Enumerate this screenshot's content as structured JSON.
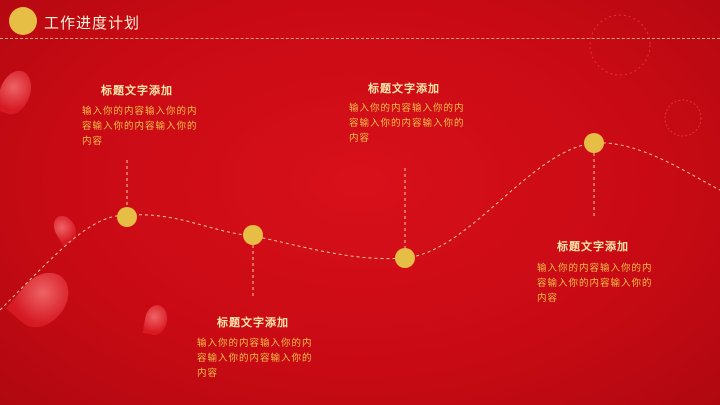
{
  "header": {
    "title": "工作进度计划"
  },
  "colors": {
    "background": "#c80a14",
    "accent": "#e6bd45",
    "title": "#fbe6a8",
    "body": "#f2c24a"
  },
  "milestones": [
    {
      "title": "标题文字添加",
      "body": "输入你的内容输入你的内容输入你的内容输入你的内容"
    },
    {
      "title": "标题文字添加",
      "body": "输入你的内容输入你的内容输入你的内容输入你的内容"
    },
    {
      "title": "标题文字添加",
      "body": "输入你的内容输入你的内容输入你的内容输入你的内容"
    },
    {
      "title": "标题文字添加",
      "body": "输入你的内容输入你的内容输入你的内容输入你的内容"
    }
  ]
}
